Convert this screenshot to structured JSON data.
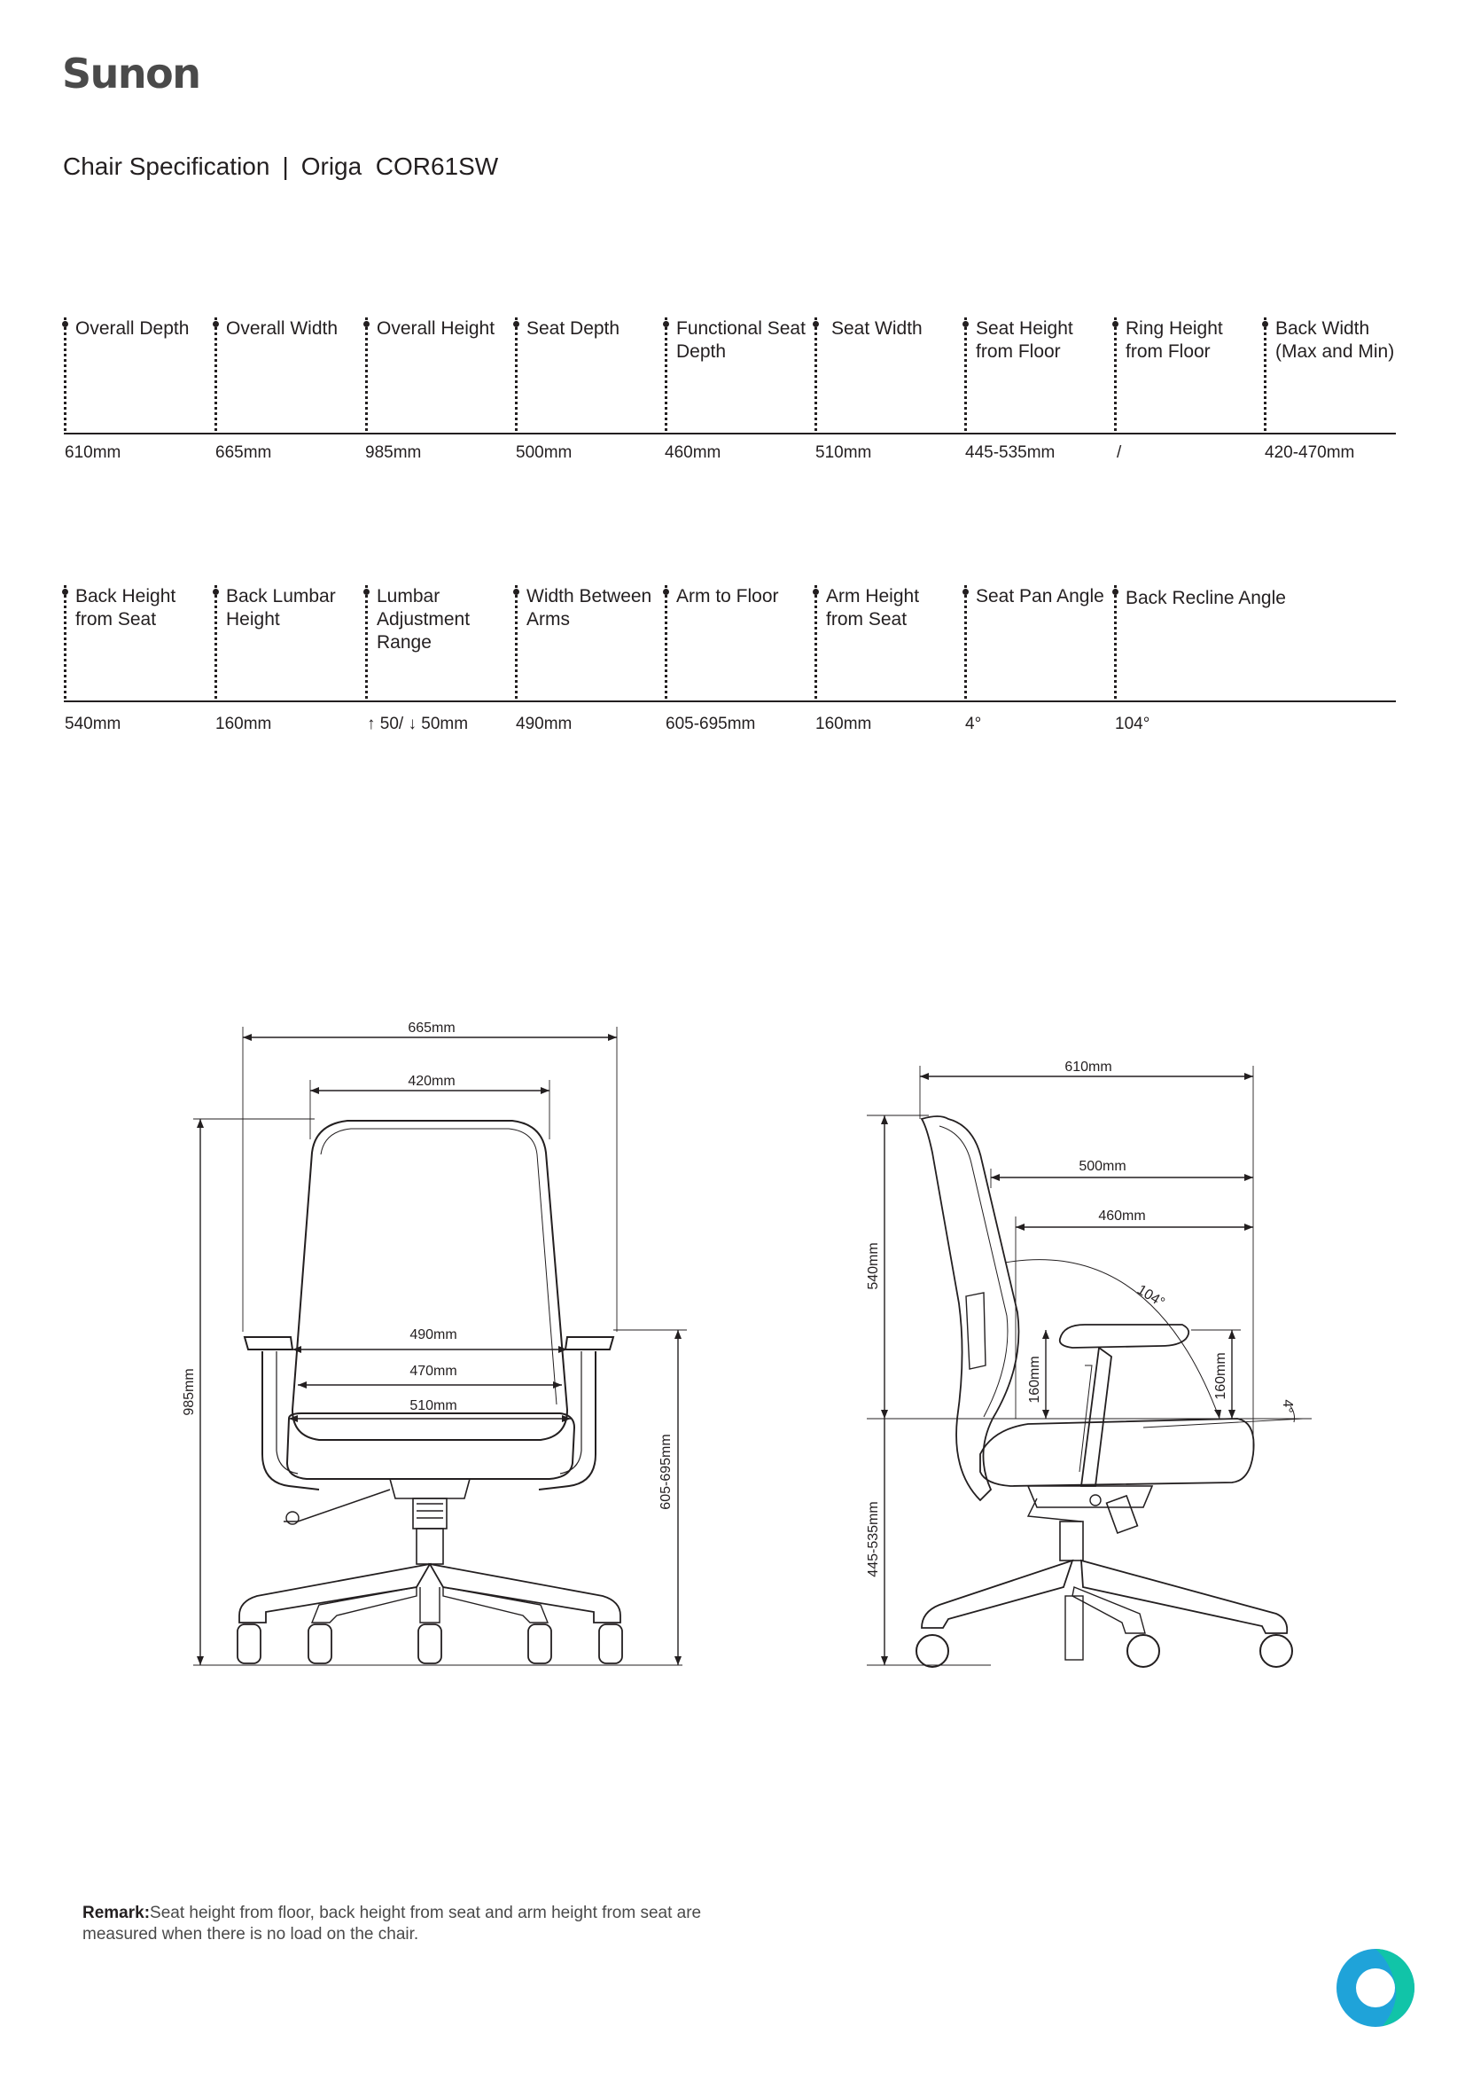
{
  "brand": {
    "logo_text": "Sunon",
    "accent_color": "#1fa3d9",
    "accent_color_2": "#11c4a8"
  },
  "header": {
    "title_left": "Chair Specification",
    "separator": "|",
    "title_right": "Origa  COR61SW"
  },
  "specs_row1": [
    {
      "label": "Overall Depth",
      "value": "610mm"
    },
    {
      "label": "Overall Width",
      "value": "665mm"
    },
    {
      "label": "Overall Height",
      "value": "985mm"
    },
    {
      "label": "Seat Depth",
      "value": "500mm"
    },
    {
      "label": "Functional Seat Depth",
      "value": "460mm"
    },
    {
      "label": "Seat Width",
      "value": "510mm"
    },
    {
      "label": "Seat Height from Floor",
      "value": "445-535mm"
    },
    {
      "label": "Ring Height from Floor",
      "value": "/"
    },
    {
      "label": "Back Width (Max and Min)",
      "value": "420-470mm"
    }
  ],
  "specs_row2": [
    {
      "label": "Back Height from Seat",
      "value": "540mm"
    },
    {
      "label": "Back Lumbar Height",
      "value": "160mm"
    },
    {
      "label": "Lumbar Adjustment Range",
      "value": "↑ 50/ ↓ 50mm"
    },
    {
      "label": "Width Between Arms",
      "value": "490mm"
    },
    {
      "label": "Arm to Floor",
      "value": "605-695mm"
    },
    {
      "label": "Arm Height from Seat",
      "value": "160mm"
    },
    {
      "label": "Seat Pan Angle",
      "value": "4°"
    },
    {
      "label": "Back Recline Angle",
      "value": "104°"
    }
  ],
  "front_view": {
    "overall_width": "665mm",
    "back_width": "420mm",
    "overall_height": "985mm",
    "width_between_arms": "490mm",
    "inner_width": "470mm",
    "seat_width": "510mm",
    "arm_to_floor": "605-695mm"
  },
  "side_view": {
    "overall_depth": "610mm",
    "seat_depth": "500mm",
    "functional_seat_depth": "460mm",
    "back_height": "540mm",
    "recline_angle": "104°",
    "lumbar_height": "160mm",
    "arm_height": "160mm",
    "seat_pan_angle": "4°",
    "seat_height": "445-535mm"
  },
  "remark": {
    "label": "Remark:",
    "text": "Seat height from floor, back height from seat and arm height from seat are measured when there is no load on the chair."
  }
}
